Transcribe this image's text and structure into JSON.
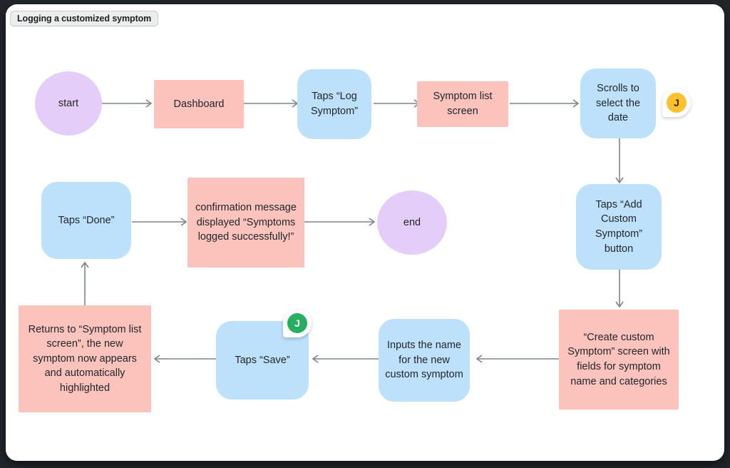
{
  "window": {
    "title_chip": "Logging a customized symptom",
    "canvas_background": "#ffffff",
    "frame_background": "#22262b"
  },
  "palette": {
    "screen_node": "#fbc3bc",
    "action_node": "#bde0fb",
    "terminal_node": "#e4cdf8",
    "arrow": "#7d848c",
    "text": "#23262b",
    "avatar_amber": "#fbc02d",
    "avatar_green": "#27ae60"
  },
  "flow": {
    "nodes": [
      {
        "id": "start",
        "label": "start",
        "shape": "ellipse",
        "color": "terminal"
      },
      {
        "id": "dashboard",
        "label": "Dashboard",
        "shape": "rect",
        "color": "screen"
      },
      {
        "id": "tap-log",
        "label": "Taps “Log Symptom”",
        "shape": "rounded-rect",
        "color": "action"
      },
      {
        "id": "symptom-list",
        "label": "Symptom list screen",
        "shape": "rect",
        "color": "screen"
      },
      {
        "id": "scroll-date",
        "label": "Scrolls to select the date",
        "shape": "rounded-rect",
        "color": "action"
      },
      {
        "id": "tap-add-custom",
        "label": "Taps “Add Custom Symptom” button",
        "shape": "rounded-rect",
        "color": "action"
      },
      {
        "id": "create-screen",
        "label": "“Create custom Symptom” screen with fields for symptom name and categories",
        "shape": "rect",
        "color": "screen"
      },
      {
        "id": "input-name",
        "label": "Inputs the name for the new custom symptom",
        "shape": "rounded-rect",
        "color": "action"
      },
      {
        "id": "tap-save",
        "label": "Taps “Save”",
        "shape": "rounded-rect",
        "color": "action"
      },
      {
        "id": "returns-list",
        "label": "Returns to “Symptom list screen”, the new symptom now appears and automatically highlighted",
        "shape": "rect",
        "color": "screen"
      },
      {
        "id": "tap-done",
        "label": "Taps “Done”",
        "shape": "rounded-rect",
        "color": "action"
      },
      {
        "id": "confirmation",
        "label": "confirmation message displayed “Symptoms logged successfully!”",
        "shape": "rect",
        "color": "screen"
      },
      {
        "id": "end",
        "label": "end",
        "shape": "ellipse",
        "color": "terminal"
      }
    ],
    "edges": [
      {
        "from": "start",
        "to": "dashboard",
        "direction": "right"
      },
      {
        "from": "dashboard",
        "to": "tap-log",
        "direction": "right"
      },
      {
        "from": "tap-log",
        "to": "symptom-list",
        "direction": "right"
      },
      {
        "from": "symptom-list",
        "to": "scroll-date",
        "direction": "right"
      },
      {
        "from": "scroll-date",
        "to": "tap-add-custom",
        "direction": "down"
      },
      {
        "from": "tap-add-custom",
        "to": "create-screen",
        "direction": "down"
      },
      {
        "from": "create-screen",
        "to": "input-name",
        "direction": "left"
      },
      {
        "from": "input-name",
        "to": "tap-save",
        "direction": "left"
      },
      {
        "from": "tap-save",
        "to": "returns-list",
        "direction": "left"
      },
      {
        "from": "returns-list",
        "to": "tap-done",
        "direction": "up"
      },
      {
        "from": "tap-done",
        "to": "confirmation",
        "direction": "right"
      },
      {
        "from": "confirmation",
        "to": "end",
        "direction": "right"
      }
    ],
    "avatars": [
      {
        "id": "avatar-scroll-date",
        "initial": "J",
        "color": "amber",
        "attached_to": "scroll-date"
      },
      {
        "id": "avatar-tap-save",
        "initial": "J",
        "color": "green",
        "attached_to": "tap-save"
      }
    ]
  }
}
